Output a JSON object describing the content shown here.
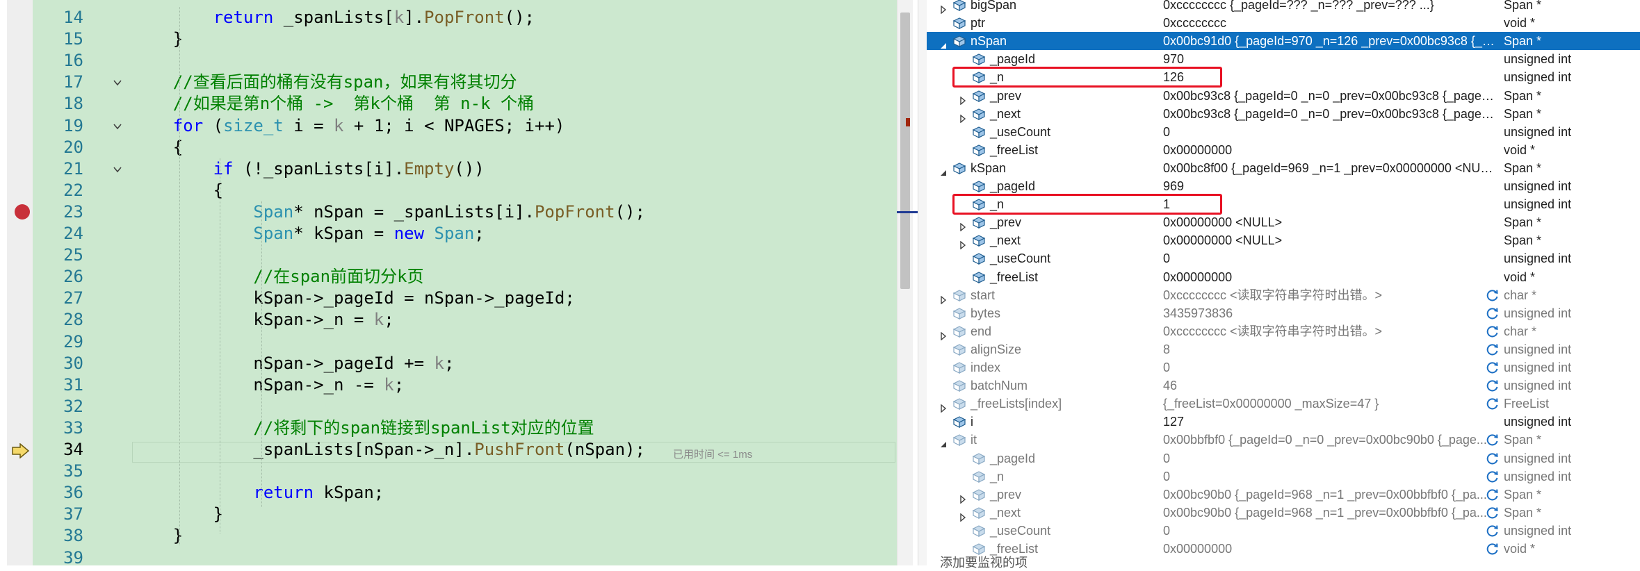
{
  "editor": {
    "elapsed_hint": "已用时间 <= 1ms",
    "lines": [
      {
        "num": "14",
        "tokens": [
          [
            "        ",
            ""
          ],
          [
            "return",
            "kw"
          ],
          [
            " _spanLists[",
            ""
          ],
          [
            "k",
            "gr"
          ],
          [
            "].",
            ""
          ],
          [
            "PopFront",
            "fn"
          ],
          [
            "();",
            ""
          ]
        ]
      },
      {
        "num": "15",
        "tokens": [
          [
            "    }",
            ""
          ]
        ]
      },
      {
        "num": "16",
        "tokens": []
      },
      {
        "num": "17",
        "tokens": [
          [
            "    //查看后面的桶有没有span，如果有将其切分",
            "cm"
          ]
        ]
      },
      {
        "num": "18",
        "tokens": [
          [
            "    //如果是第n个桶 ->  第k个桶  第 n-k 个桶",
            "cm"
          ]
        ]
      },
      {
        "num": "19",
        "tokens": [
          [
            "    ",
            ""
          ],
          [
            "for",
            "kw"
          ],
          [
            " (",
            ""
          ],
          [
            "size_t",
            "ty"
          ],
          [
            " i = ",
            ""
          ],
          [
            "k",
            "gr"
          ],
          [
            " + 1; i < NPAGES; i++)",
            ""
          ]
        ]
      },
      {
        "num": "20",
        "tokens": [
          [
            "    {",
            ""
          ]
        ]
      },
      {
        "num": "21",
        "tokens": [
          [
            "        ",
            ""
          ],
          [
            "if",
            "kw"
          ],
          [
            " (!_spanLists[i].",
            ""
          ],
          [
            "Empty",
            "fn"
          ],
          [
            "())",
            ""
          ]
        ]
      },
      {
        "num": "22",
        "tokens": [
          [
            "        {",
            ""
          ]
        ]
      },
      {
        "num": "23",
        "tokens": [
          [
            "            ",
            ""
          ],
          [
            "Span",
            "ty"
          ],
          [
            "* nSpan = _spanLists[i].",
            ""
          ],
          [
            "PopFront",
            "fn"
          ],
          [
            "();",
            ""
          ]
        ]
      },
      {
        "num": "24",
        "tokens": [
          [
            "            ",
            ""
          ],
          [
            "Span",
            "ty"
          ],
          [
            "* kSpan = ",
            ""
          ],
          [
            "new",
            "kw"
          ],
          [
            " ",
            ""
          ],
          [
            "Span",
            "ty"
          ],
          [
            ";",
            ""
          ]
        ]
      },
      {
        "num": "25",
        "tokens": []
      },
      {
        "num": "26",
        "tokens": [
          [
            "            //在span前面切分k页",
            "cm"
          ]
        ]
      },
      {
        "num": "27",
        "tokens": [
          [
            "            kSpan->_pageId = nSpan->_pageId;",
            ""
          ]
        ]
      },
      {
        "num": "28",
        "tokens": [
          [
            "            kSpan->_n = ",
            ""
          ],
          [
            "k",
            "gr"
          ],
          [
            ";",
            ""
          ]
        ]
      },
      {
        "num": "29",
        "tokens": []
      },
      {
        "num": "30",
        "tokens": [
          [
            "            nSpan->_pageId += ",
            ""
          ],
          [
            "k",
            "gr"
          ],
          [
            ";",
            ""
          ]
        ]
      },
      {
        "num": "31",
        "tokens": [
          [
            "            nSpan->_n -= ",
            ""
          ],
          [
            "k",
            "gr"
          ],
          [
            ";",
            ""
          ]
        ]
      },
      {
        "num": "32",
        "tokens": []
      },
      {
        "num": "33",
        "tokens": [
          [
            "            //将剩下的span链接到spanList对应的位置",
            "cm"
          ]
        ]
      },
      {
        "num": "34",
        "tokens": [
          [
            "            _spanLists[nSpan->_n].",
            ""
          ],
          [
            "PushFront",
            "fn"
          ],
          [
            "(nSpan);",
            ""
          ]
        ]
      },
      {
        "num": "35",
        "tokens": []
      },
      {
        "num": "36",
        "tokens": [
          [
            "            ",
            ""
          ],
          [
            "return",
            "kw"
          ],
          [
            " kSpan;",
            ""
          ]
        ]
      },
      {
        "num": "37",
        "tokens": [
          [
            "        }",
            ""
          ]
        ]
      },
      {
        "num": "38",
        "tokens": [
          [
            "    }",
            ""
          ]
        ]
      },
      {
        "num": "39",
        "tokens": []
      }
    ]
  },
  "watch": {
    "add_item_label": "添加要监视的项",
    "rows": [
      {
        "name": "bigSpan",
        "value": "0xcccccccc {_pageId=??? _n=??? _prev=??? ...}",
        "type": "Span *",
        "indent": 0,
        "expander": "right"
      },
      {
        "name": "ptr",
        "value": "0xcccccccc",
        "type": "void *",
        "indent": 0,
        "expander": ""
      },
      {
        "name": "nSpan",
        "value": "0x00bc91d0 {_pageId=970 _n=126 _prev=0x00bc93c8 {_pa...",
        "type": "Span *",
        "indent": 0,
        "expander": "down",
        "selected": true
      },
      {
        "name": "_pageId",
        "value": "970",
        "type": "unsigned int",
        "indent": 1,
        "expander": ""
      },
      {
        "name": "_n",
        "value": "126",
        "type": "unsigned int",
        "indent": 1,
        "expander": "",
        "highlight": true
      },
      {
        "name": "_prev",
        "value": "0x00bc93c8 {_pageId=0 _n=0 _prev=0x00bc93c8 {_pageId=...",
        "type": "Span *",
        "indent": 1,
        "expander": "right"
      },
      {
        "name": "_next",
        "value": "0x00bc93c8 {_pageId=0 _n=0 _prev=0x00bc93c8 {_pageId=...",
        "type": "Span *",
        "indent": 1,
        "expander": "right"
      },
      {
        "name": "_useCount",
        "value": "0",
        "type": "unsigned int",
        "indent": 1,
        "expander": ""
      },
      {
        "name": "_freeList",
        "value": "0x00000000",
        "type": "void *",
        "indent": 1,
        "expander": ""
      },
      {
        "name": "kSpan",
        "value": "0x00bc8f00 {_pageId=969 _n=1 _prev=0x00000000 <NULL...",
        "type": "Span *",
        "indent": 0,
        "expander": "down"
      },
      {
        "name": "_pageId",
        "value": "969",
        "type": "unsigned int",
        "indent": 1,
        "expander": ""
      },
      {
        "name": "_n",
        "value": "1",
        "type": "unsigned int",
        "indent": 1,
        "expander": "",
        "highlight": true
      },
      {
        "name": "_prev",
        "value": "0x00000000 <NULL>",
        "type": "Span *",
        "indent": 1,
        "expander": "right"
      },
      {
        "name": "_next",
        "value": "0x00000000 <NULL>",
        "type": "Span *",
        "indent": 1,
        "expander": "right"
      },
      {
        "name": "_useCount",
        "value": "0",
        "type": "unsigned int",
        "indent": 1,
        "expander": ""
      },
      {
        "name": "_freeList",
        "value": "0x00000000",
        "type": "void *",
        "indent": 1,
        "expander": ""
      },
      {
        "name": "start",
        "value": "0xcccccccc <读取字符串字符时出错。>",
        "type": "char *",
        "indent": 0,
        "expander": "right",
        "stale": true
      },
      {
        "name": "bytes",
        "value": "3435973836",
        "type": "unsigned int",
        "indent": 0,
        "expander": "",
        "stale": true
      },
      {
        "name": "end",
        "value": "0xcccccccc <读取字符串字符时出错。>",
        "type": "char *",
        "indent": 0,
        "expander": "right",
        "stale": true
      },
      {
        "name": "alignSize",
        "value": "8",
        "type": "unsigned int",
        "indent": 0,
        "expander": "",
        "stale": true
      },
      {
        "name": "index",
        "value": "0",
        "type": "unsigned int",
        "indent": 0,
        "expander": "",
        "stale": true
      },
      {
        "name": "batchNum",
        "value": "46",
        "type": "unsigned int",
        "indent": 0,
        "expander": "",
        "stale": true
      },
      {
        "name": "_freeLists[index]",
        "value": "{_freeList=0x00000000 _maxSize=47 }",
        "type": "FreeList",
        "indent": 0,
        "expander": "right",
        "stale": true
      },
      {
        "name": "i",
        "value": "127",
        "type": "unsigned int",
        "indent": 0,
        "expander": ""
      },
      {
        "name": "it",
        "value": "0x00bbfbf0 {_pageId=0 _n=0 _prev=0x00bc90b0 {_page...",
        "type": "Span *",
        "indent": 0,
        "expander": "down",
        "stale": true
      },
      {
        "name": "_pageId",
        "value": "0",
        "type": "unsigned int",
        "indent": 1,
        "expander": "",
        "stale": true
      },
      {
        "name": "_n",
        "value": "0",
        "type": "unsigned int",
        "indent": 1,
        "expander": "",
        "stale": true
      },
      {
        "name": "_prev",
        "value": "0x00bc90b0 {_pageId=968 _n=1 _prev=0x00bbfbf0 {_pa...",
        "type": "Span *",
        "indent": 1,
        "expander": "right",
        "stale": true
      },
      {
        "name": "_next",
        "value": "0x00bc90b0 {_pageId=968 _n=1 _prev=0x00bbfbf0 {_pa...",
        "type": "Span *",
        "indent": 1,
        "expander": "right",
        "stale": true
      },
      {
        "name": "_useCount",
        "value": "0",
        "type": "unsigned int",
        "indent": 1,
        "expander": "",
        "stale": true
      },
      {
        "name": "_freeList",
        "value": "0x00000000",
        "type": "void *",
        "indent": 1,
        "expander": "",
        "stale": true
      }
    ]
  },
  "colors": {
    "code_background": "#cce8cf",
    "keyword": "#0000ff",
    "type": "#2b91af",
    "function": "#795e26",
    "comment": "#008000",
    "selection": "#0e70c0",
    "highlight_box": "#e81123",
    "breakpoint": "#c8303a"
  },
  "icons": {
    "breakpoint": "breakpoint-icon",
    "instruction_pointer": "current-statement-arrow-icon",
    "watch_item": "variable-cube-icon",
    "refresh": "refresh-icon",
    "expand": "expander-triangle-icon",
    "fold": "fold-collapse-icon"
  }
}
